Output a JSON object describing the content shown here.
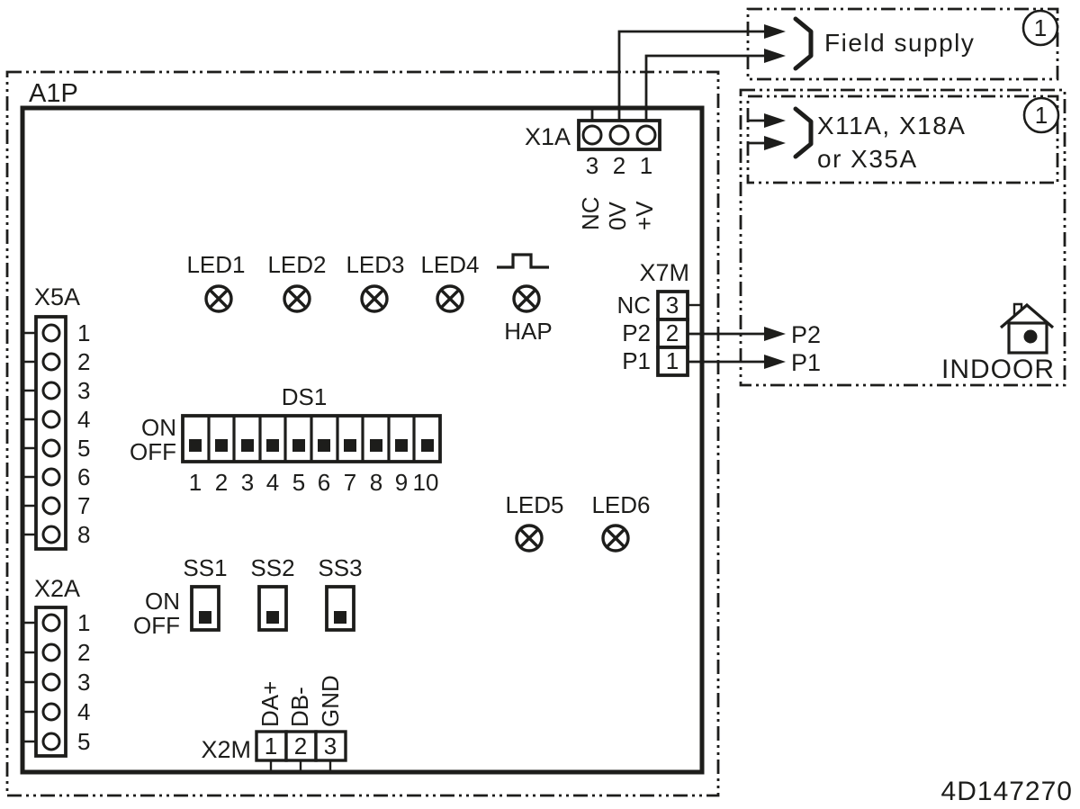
{
  "drawing_number": "4D147270",
  "colors": {
    "ink": "#1d1d1b",
    "background": "#ffffff"
  },
  "board": {
    "label": "A1P"
  },
  "x1a": {
    "label": "X1A",
    "pins": [
      "3",
      "2",
      "1"
    ],
    "signals": [
      "NC",
      "0V",
      "+V"
    ]
  },
  "field_supply": {
    "label": "Field supply",
    "note": "1"
  },
  "indoor_connectors": {
    "line1": "X11A, X18A",
    "line2": "or X35A",
    "note": "1"
  },
  "indoor": {
    "label": "INDOOR"
  },
  "leds": {
    "top": [
      "LED1",
      "LED2",
      "LED3",
      "LED4"
    ],
    "hap": "HAP",
    "mid": [
      "LED5",
      "LED6"
    ]
  },
  "x7m": {
    "label": "X7M",
    "pins": [
      "3",
      "2",
      "1"
    ],
    "rows": [
      "NC",
      "P2",
      "P1"
    ],
    "out": [
      "P2",
      "P1"
    ]
  },
  "x5a": {
    "label": "X5A",
    "pins": [
      "1",
      "2",
      "3",
      "4",
      "5",
      "6",
      "7",
      "8"
    ]
  },
  "x2a": {
    "label": "X2A",
    "pins": [
      "1",
      "2",
      "3",
      "4",
      "5"
    ]
  },
  "ds1": {
    "label": "DS1",
    "on": "ON",
    "off": "OFF",
    "state": "all OFF",
    "positions": [
      "1",
      "2",
      "3",
      "4",
      "5",
      "6",
      "7",
      "8",
      "9",
      "10"
    ]
  },
  "ss": {
    "labels": [
      "SS1",
      "SS2",
      "SS3"
    ],
    "on": "ON",
    "off": "OFF",
    "state": "all OFF"
  },
  "x2m": {
    "label": "X2M",
    "pins": [
      "1",
      "2",
      "3"
    ],
    "signals": [
      "DA+",
      "DB-",
      "GND"
    ]
  }
}
